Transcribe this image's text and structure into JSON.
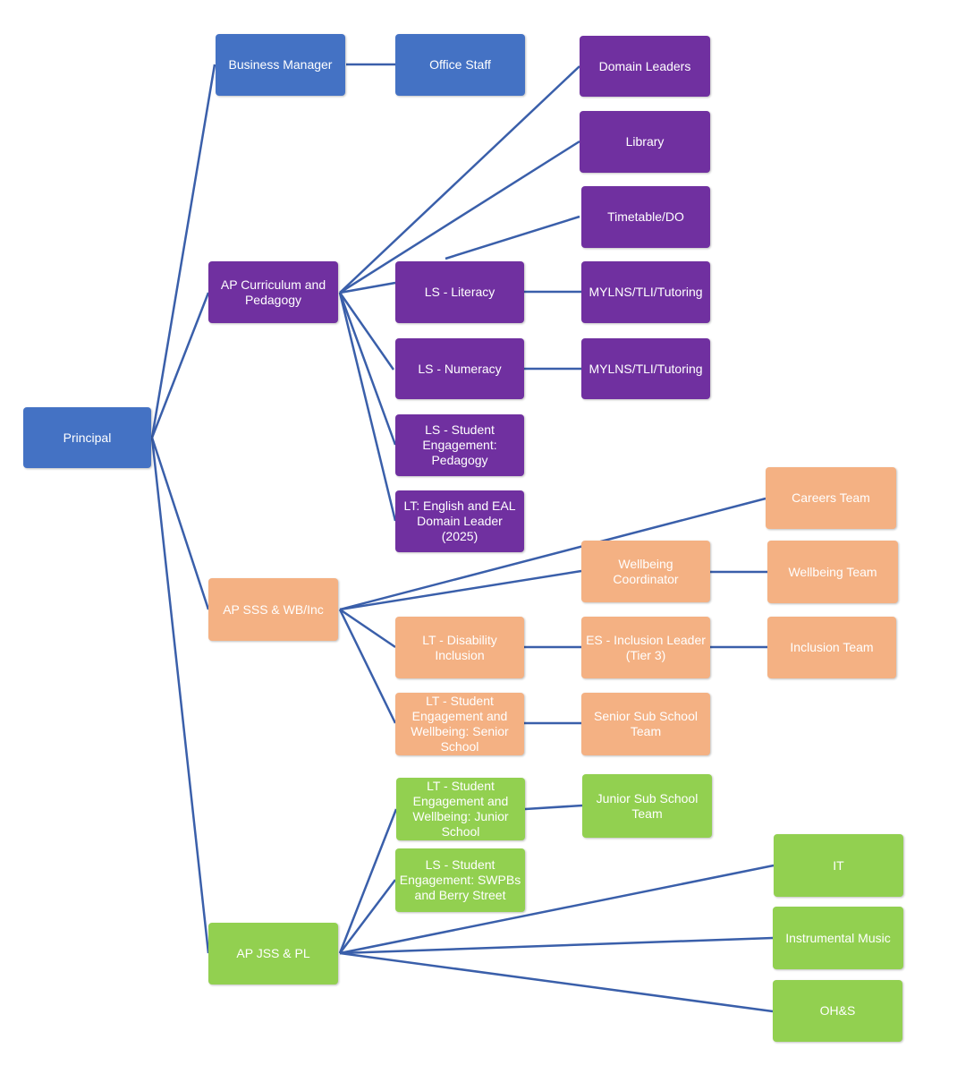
{
  "colors": {
    "line": "#3a5faa",
    "blue": "#4472c4",
    "purple": "#7030a0",
    "orange": "#f4b183",
    "green": "#92d050"
  },
  "nodes": {
    "principal": "Principal",
    "business_manager": "Business Manager",
    "office_staff": "Office Staff",
    "ap_curriculum": "AP Curriculum and Pedagogy",
    "domain_leaders": "Domain Leaders",
    "library": "Library",
    "timetable": "Timetable/DO",
    "ls_literacy": "LS - Literacy",
    "mylns_literacy": "MYLNS/TLI/Tutoring",
    "ls_numeracy": "LS - Numeracy",
    "mylns_numeracy": "MYLNS/TLI/Tutoring",
    "ls_student_engagement_pedagogy": "LS - Student Engagement: Pedagogy",
    "lt_english_eal": "LT: English and EAL Domain Leader (2025)",
    "ap_sss": "AP SSS & WB/Inc",
    "careers_team": "Careers Team",
    "wellbeing_coordinator": "Wellbeing Coordinator",
    "wellbeing_team": "Wellbeing Team",
    "lt_disability_inclusion": "LT - Disability Inclusion",
    "es_inclusion_leader": "ES - Inclusion Leader (Tier 3)",
    "inclusion_team": "Inclusion Team",
    "lt_senior_school": "LT - Student Engagement and Wellbeing: Senior School",
    "senior_sub_school_team": "Senior Sub School Team",
    "ap_jss": "AP JSS & PL",
    "lt_junior_school": "LT - Student Engagement and Wellbeing: Junior School",
    "junior_sub_school_team": "Junior Sub School Team",
    "ls_swpbs": "LS - Student Engagement: SWPBs and Berry Street",
    "it": "IT",
    "instrumental_music": "Instrumental Music",
    "ohs": "OH&S"
  }
}
